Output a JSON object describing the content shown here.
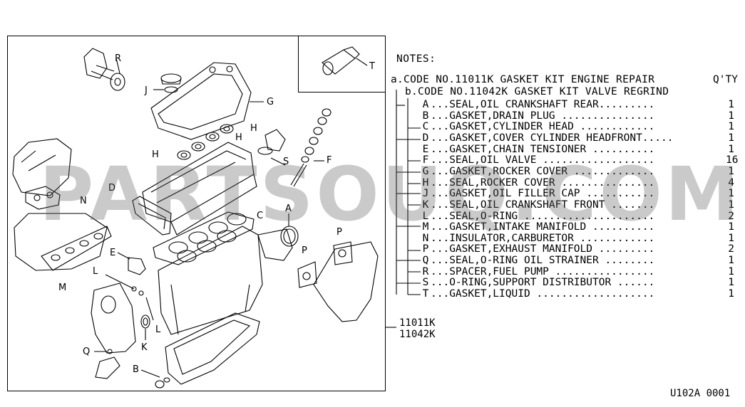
{
  "notes": {
    "title": "NOTES:",
    "code_a": "a.CODE NO.11011K GASKET KIT ENGINE REPAIR",
    "qty_header": "Q'TY",
    "code_b": "b.CODE NO.11042K GASKET KIT VALVE REGRIND"
  },
  "parts": [
    {
      "letter": "A",
      "desc": "SEAL,OIL CRANKSHAFT REAR.........",
      "qty": "1"
    },
    {
      "letter": "B",
      "desc": "GASKET,DRAIN PLUG ...............",
      "qty": "1"
    },
    {
      "letter": "C",
      "desc": "GASKET,CYLINDER HEAD ............",
      "qty": "1"
    },
    {
      "letter": "D",
      "desc": "GASKET,COVER CYLINDER HEADFRONT.....",
      "qty": "1"
    },
    {
      "letter": "E",
      "desc": "GASKET,CHAIN TENSIONER ..........",
      "qty": "1"
    },
    {
      "letter": "F",
      "desc": "SEAL,OIL VALVE ..................",
      "qty": "16"
    },
    {
      "letter": "G",
      "desc": "GASKET,ROCKER COVER .............",
      "qty": "1"
    },
    {
      "letter": "H",
      "desc": "SEAL,ROCKER COVER ...............",
      "qty": "4"
    },
    {
      "letter": "J",
      "desc": "GASKET,OIL FILLER CAP ...........",
      "qty": "1"
    },
    {
      "letter": "K",
      "desc": "SEAL,OIL CRANKSHAFT FRONT .......",
      "qty": "1"
    },
    {
      "letter": "L",
      "desc": "SEAL,O-RING .....................",
      "qty": "2"
    },
    {
      "letter": "M",
      "desc": "GASKET,INTAKE MANIFOLD ..........",
      "qty": "1"
    },
    {
      "letter": "N",
      "desc": "INSULATOR,CARBURETOR ............",
      "qty": "1"
    },
    {
      "letter": "P",
      "desc": "GASKET,EXHAUST MANIFOLD .........",
      "qty": "2"
    },
    {
      "letter": "Q",
      "desc": "SEAL,O-RING OIL STRAINER ........",
      "qty": "1"
    },
    {
      "letter": "R",
      "desc": "SPACER,FUEL PUMP ................",
      "qty": "1"
    },
    {
      "letter": "S",
      "desc": "O-RING,SUPPORT DISTRIBUTOR ......",
      "qty": "1"
    },
    {
      "letter": "T",
      "desc": "GASKET,LIQUID ...................",
      "qty": "1"
    }
  ],
  "kits": [
    "11011K",
    "11042K"
  ],
  "diagram_id": "U102A 0001",
  "watermark": "PARTSOUQ.COM",
  "callouts": {
    "R": "R",
    "T": "T",
    "J": "J",
    "G": "G",
    "H1": "H",
    "H2": "H",
    "H3": "H",
    "S": "S",
    "F": "F",
    "D": "D",
    "N": "N",
    "C": "C",
    "A": "A",
    "P1": "P",
    "P2": "P",
    "E": "E",
    "L1": "L",
    "L2": "L",
    "M": "M",
    "K": "K",
    "Q": "Q",
    "B": "B"
  }
}
